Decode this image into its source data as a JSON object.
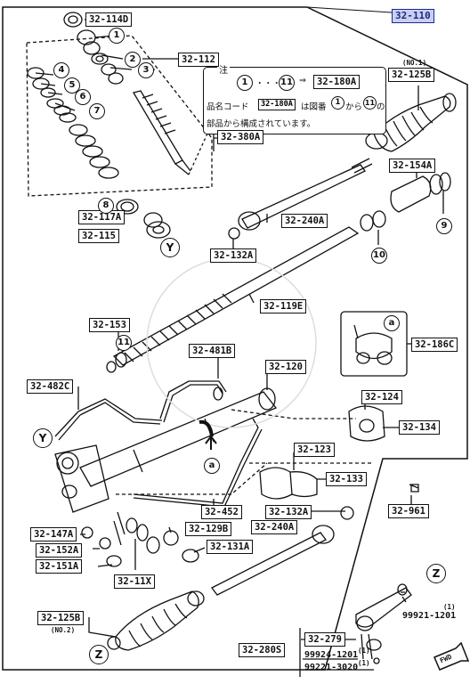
{
  "assembly": {
    "main_code": "32-110",
    "note": {
      "header": "注",
      "range_from": "1",
      "range_sep": "・・・",
      "range_to": "11",
      "arrow": "⇒",
      "range_code": "32-180A",
      "line2_prefix": "品名コード",
      "line2_code": "32-180A",
      "line2_mid": "は図番",
      "line2_from": "1",
      "line2_link": "から",
      "line2_to": "11",
      "line2_suffix": "の",
      "line3": "部品から構成されています。"
    }
  },
  "part_labels": [
    {
      "code": "32-114D"
    },
    {
      "code": "32-112"
    },
    {
      "code": "32-380A"
    },
    {
      "code": "32-125B"
    },
    {
      "code": "32-154A"
    },
    {
      "code": "32-240A"
    },
    {
      "code": "32-117A"
    },
    {
      "code": "32-115"
    },
    {
      "code": "32-132A"
    },
    {
      "code": "32-119E"
    },
    {
      "code": "32-153"
    },
    {
      "code": "32-186C"
    },
    {
      "code": "32-481B"
    },
    {
      "code": "32-120"
    },
    {
      "code": "32-482C"
    },
    {
      "code": "32-124"
    },
    {
      "code": "32-134"
    },
    {
      "code": "32-123"
    },
    {
      "code": "32-133"
    },
    {
      "code": "32-452"
    },
    {
      "code": "32-132A"
    },
    {
      "code": "32-961"
    },
    {
      "code": "32-129B"
    },
    {
      "code": "32-147A"
    },
    {
      "code": "32-240A"
    },
    {
      "code": "32-152A"
    },
    {
      "code": "32-131A"
    },
    {
      "code": "32-151A"
    },
    {
      "code": "32-11X"
    },
    {
      "code": "32-125B"
    },
    {
      "code": "32-279"
    },
    {
      "code": "32-280S"
    }
  ],
  "plain_texts": {
    "no1": "(NO.1)",
    "no2": "(NO.2)",
    "qty_a": "(1)",
    "part_a": "99921-1201",
    "part_b": "99924-1201",
    "qty_b": "(1)",
    "part_c": "99221-3020",
    "qty_c": "(1)",
    "fwd": "FWD"
  },
  "callouts": [
    "1",
    "2",
    "3",
    "4",
    "5",
    "6",
    "7",
    "8",
    "9",
    "10",
    "11"
  ],
  "letters": {
    "y1": "Y",
    "y2": "Y",
    "z1": "Z",
    "z2": "Z",
    "a1": "a",
    "a2": "a"
  }
}
